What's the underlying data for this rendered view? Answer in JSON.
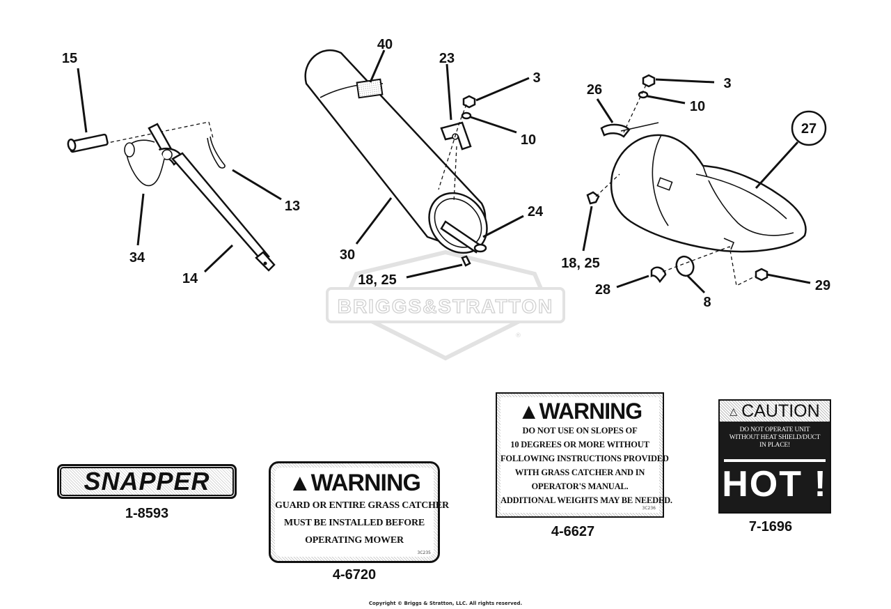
{
  "callouts": {
    "c15": "15",
    "c34": "34",
    "c14": "14",
    "c13": "13",
    "c40": "40",
    "c23": "23",
    "c3a": "3",
    "c10a": "10",
    "c24": "24",
    "c30": "30",
    "c1825a": "18, 25",
    "c26": "26",
    "c3b": "3",
    "c10b": "10",
    "c27": "27",
    "c1825b": "18, 25",
    "c28": "28",
    "c8": "8",
    "c29": "29"
  },
  "watermark": {
    "text": "BRIGGS&STRATTON",
    "registered": "®"
  },
  "decals": {
    "snapper": {
      "text": "SNAPPER",
      "part_number": "1-8593"
    },
    "warning_guard": {
      "heading": "WARNING",
      "lines": [
        "GUARD OR ENTIRE GRASS CATCHER",
        "MUST BE INSTALLED BEFORE",
        "OPERATING MOWER"
      ],
      "code": "3C235",
      "part_number": "4-6720"
    },
    "warning_slopes": {
      "heading": "WARNING",
      "lines": [
        "DO NOT USE ON SLOPES OF",
        "10 DEGREES OR MORE WITHOUT",
        "FOLLOWING INSTRUCTIONS PROVIDED",
        "WITH GRASS CATCHER AND IN",
        "OPERATOR'S MANUAL.",
        "ADDITIONAL WEIGHTS MAY BE NEEDED."
      ],
      "code": "3C236",
      "part_number": "4-6627"
    },
    "caution_hot": {
      "heading": "CAUTION",
      "lines": [
        "DO NOT OPERATE UNIT",
        "WITHOUT HEAT SHIELD/DUCT",
        "IN PLACE!"
      ],
      "hot": "HOT !",
      "part_number": "7-1696"
    }
  },
  "copyright": "Copyright © Briggs & Stratton, LLC. All rights reserved."
}
